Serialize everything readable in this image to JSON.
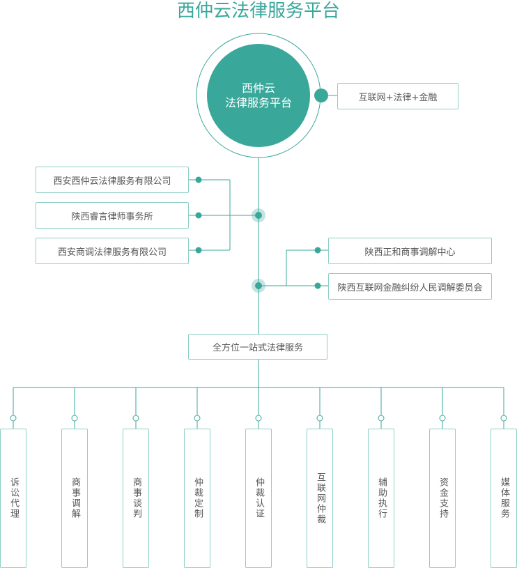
{
  "title": "西仲云法律服务平台",
  "center": {
    "line1": "西仲云",
    "line2": "法律服务平台"
  },
  "tagline": "互联网+法律+金融",
  "left_orgs": [
    "西安西仲云法律服务有限公司",
    "陕西睿言律师事务所",
    "西安商调法律服务有限公司"
  ],
  "right_orgs": [
    "陕西正和商事调解中心",
    "陕西互联网金融纠纷人民调解委员会"
  ],
  "service_hub": "全方位一站式法律服务",
  "services": [
    "诉讼代理",
    "商事调解",
    "商事谈判",
    "仲裁定制",
    "仲裁认证",
    "互联网仲裁",
    "辅助执行",
    "资金支持",
    "媒体服务"
  ],
  "colors": {
    "accent": "#3aa79b",
    "line": "#3aa79b",
    "border": "#8ccfc6",
    "text": "#555555"
  }
}
